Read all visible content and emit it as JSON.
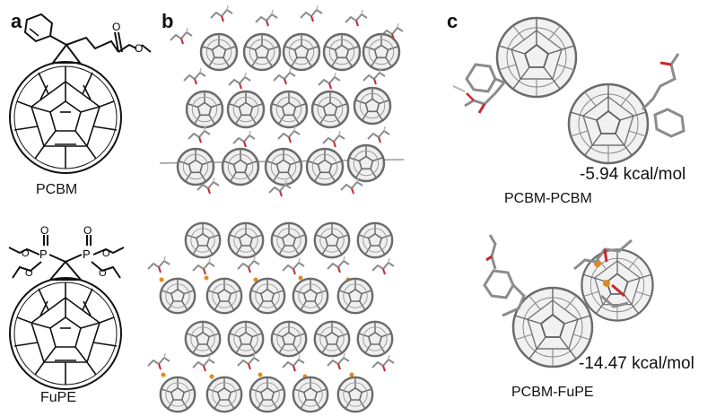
{
  "panels": {
    "a": {
      "letter": "a",
      "top_label": "PCBM",
      "bottom_label": "FuPE"
    },
    "b": {
      "letter": "b"
    },
    "c": {
      "letter": "c",
      "top_energy": "-5.94 kcal/mol",
      "top_label": "PCBM-PCBM",
      "bottom_energy": "-14.47 kcal/mol",
      "bottom_label": "PCBM-FuPE"
    }
  },
  "colors": {
    "ink": "#111111",
    "bond_gray": "#8c8c8c",
    "light_gray": "#b5b5b5",
    "oxygen_red": "#c8282d",
    "phosphorus_orange": "#e08a1e"
  }
}
